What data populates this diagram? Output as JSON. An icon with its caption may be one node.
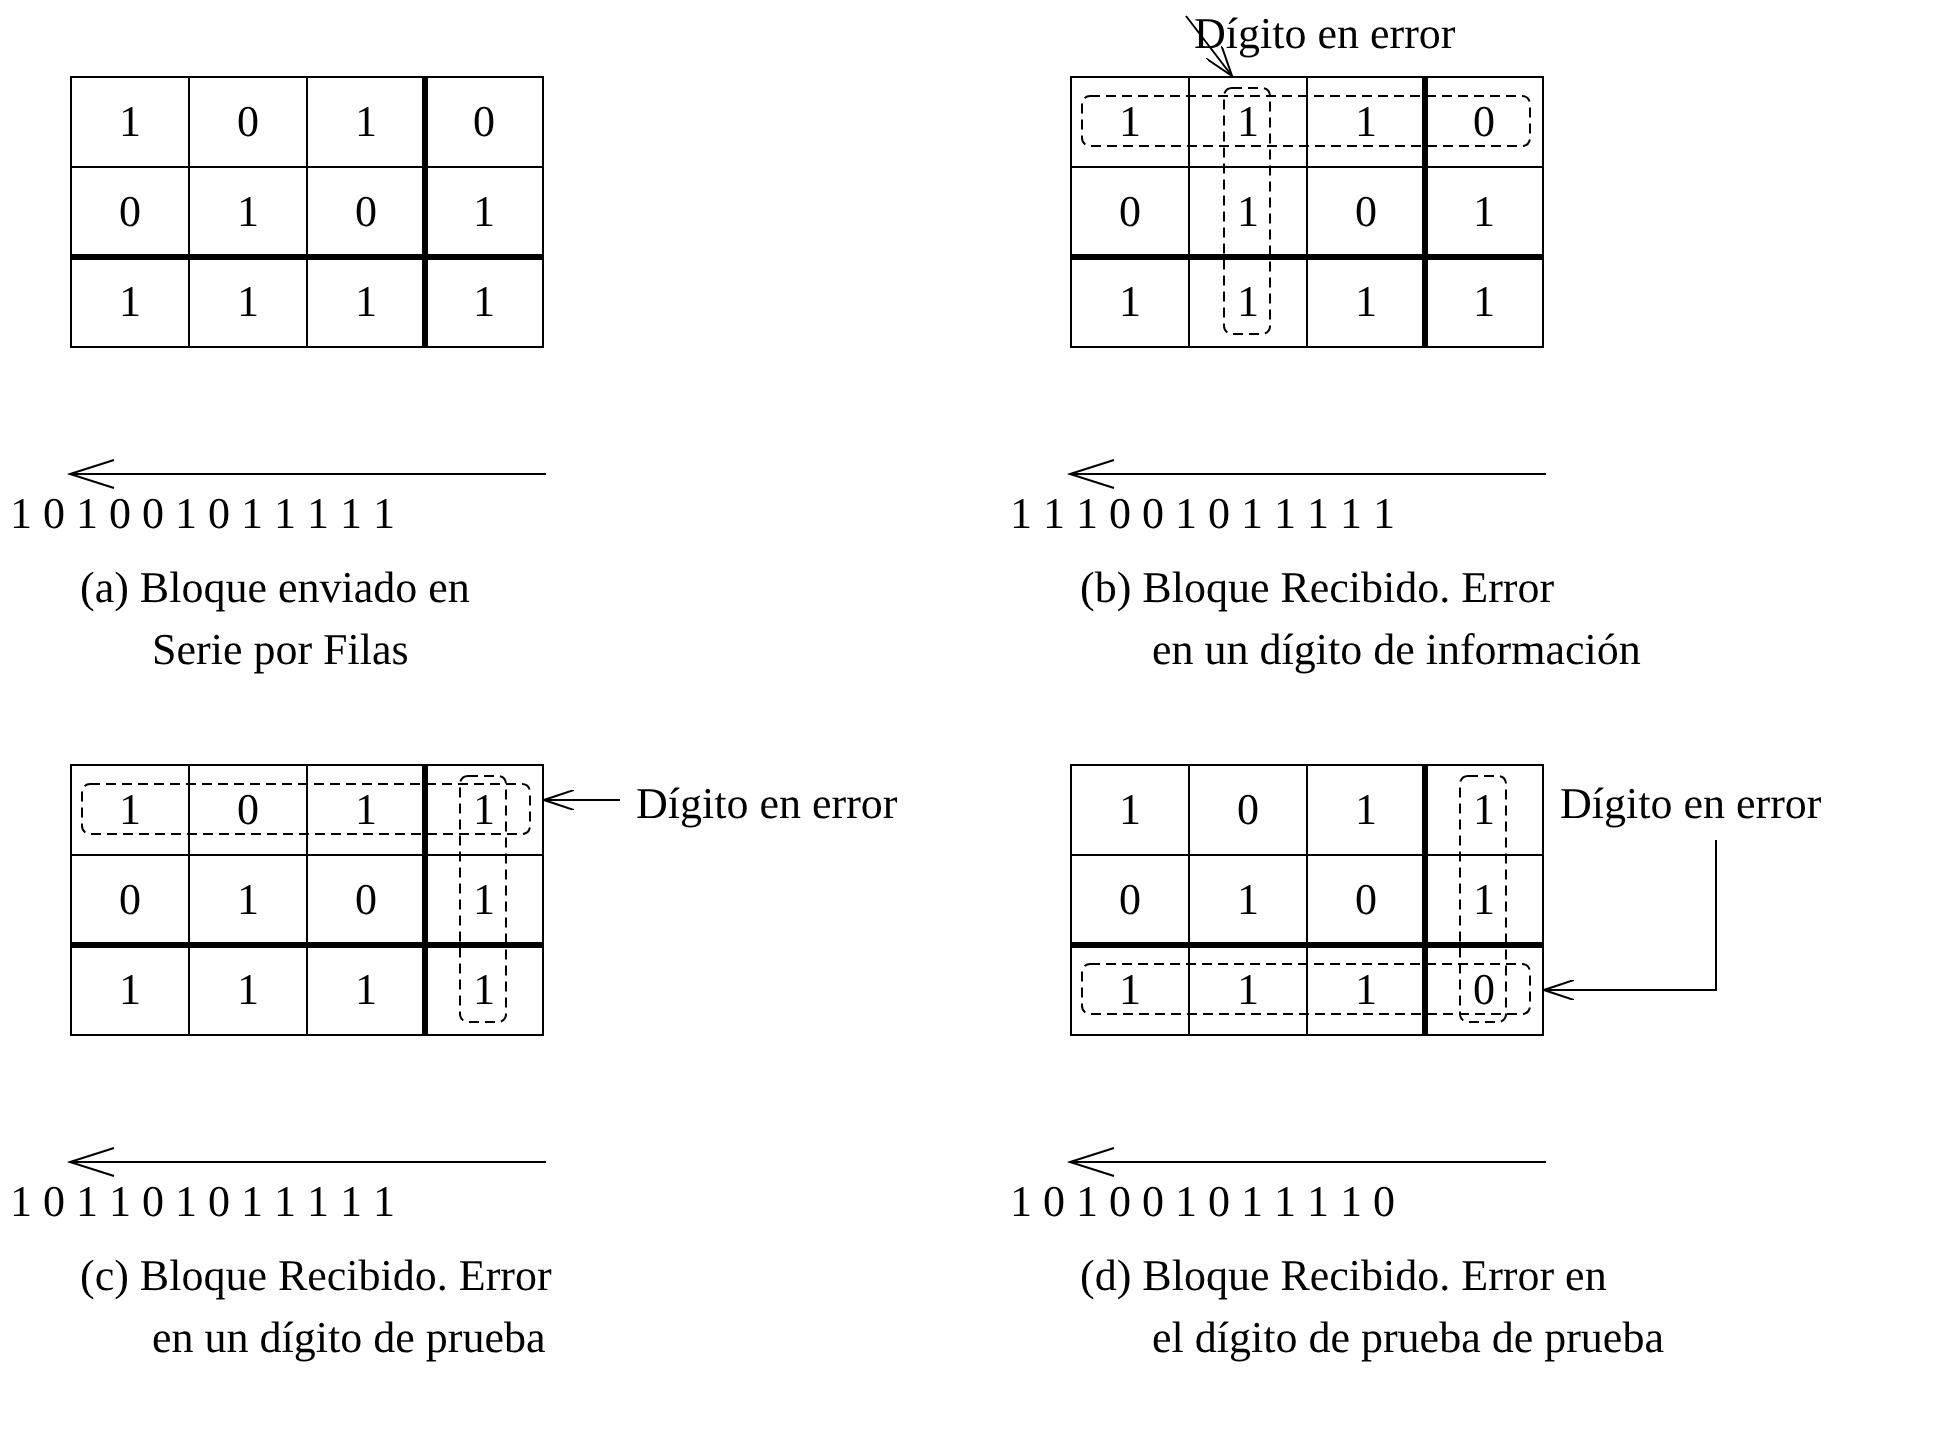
{
  "diagram": {
    "nodes": [
      {
        "text": [
          "Dígito en error"
        ]
      },
      {
        "text": [
          "1"
        ]
      },
      {
        "text": [
          "Dígito en error"
        ]
      },
      {
        "text": [
          "1"
        ]
      },
      {
        "text": [
          "Dígito en error"
        ]
      },
      {
        "text": [
          "0"
        ]
      }
    ],
    "edges": [
      {
        "from": 0,
        "to": 1,
        "arrow": "to"
      },
      {
        "from": 2,
        "to": 3,
        "arrow": "to"
      },
      {
        "from": 4,
        "to": 5,
        "arrow": "to"
      }
    ],
    "labels": [
      "1",
      "0",
      "1",
      "0",
      "0",
      "1",
      "0",
      "1",
      "1",
      "1",
      "1",
      "1",
      "1 0 1 0 0 1 0 1 1 1 1 1",
      "(a) Bloque enviado en Serie por Filas",
      "1",
      "1",
      "0",
      "0",
      "1",
      "0",
      "1",
      "1",
      "1",
      "1",
      "1",
      "1 1 1 0 0 1 0 1 1 1 1 1",
      "(b) Bloque Recibido. Error en un dígito de información",
      "1",
      "0",
      "1",
      "0",
      "1",
      "0",
      "1",
      "1",
      "1",
      "1",
      "1",
      "1 0 1 1 0 1 0 1 1 1 1 1",
      "(c) Bloque Recibido. Error en un dígito de prueba",
      "1",
      "0",
      "1",
      "1",
      "0",
      "1",
      "0",
      "1",
      "1",
      "1",
      "1",
      "1 0 1 0 0 1 0 1 1 1 1 0",
      "(d) Bloque Recibido. Error en el dígito de prueba de prueba"
    ]
  }
}
